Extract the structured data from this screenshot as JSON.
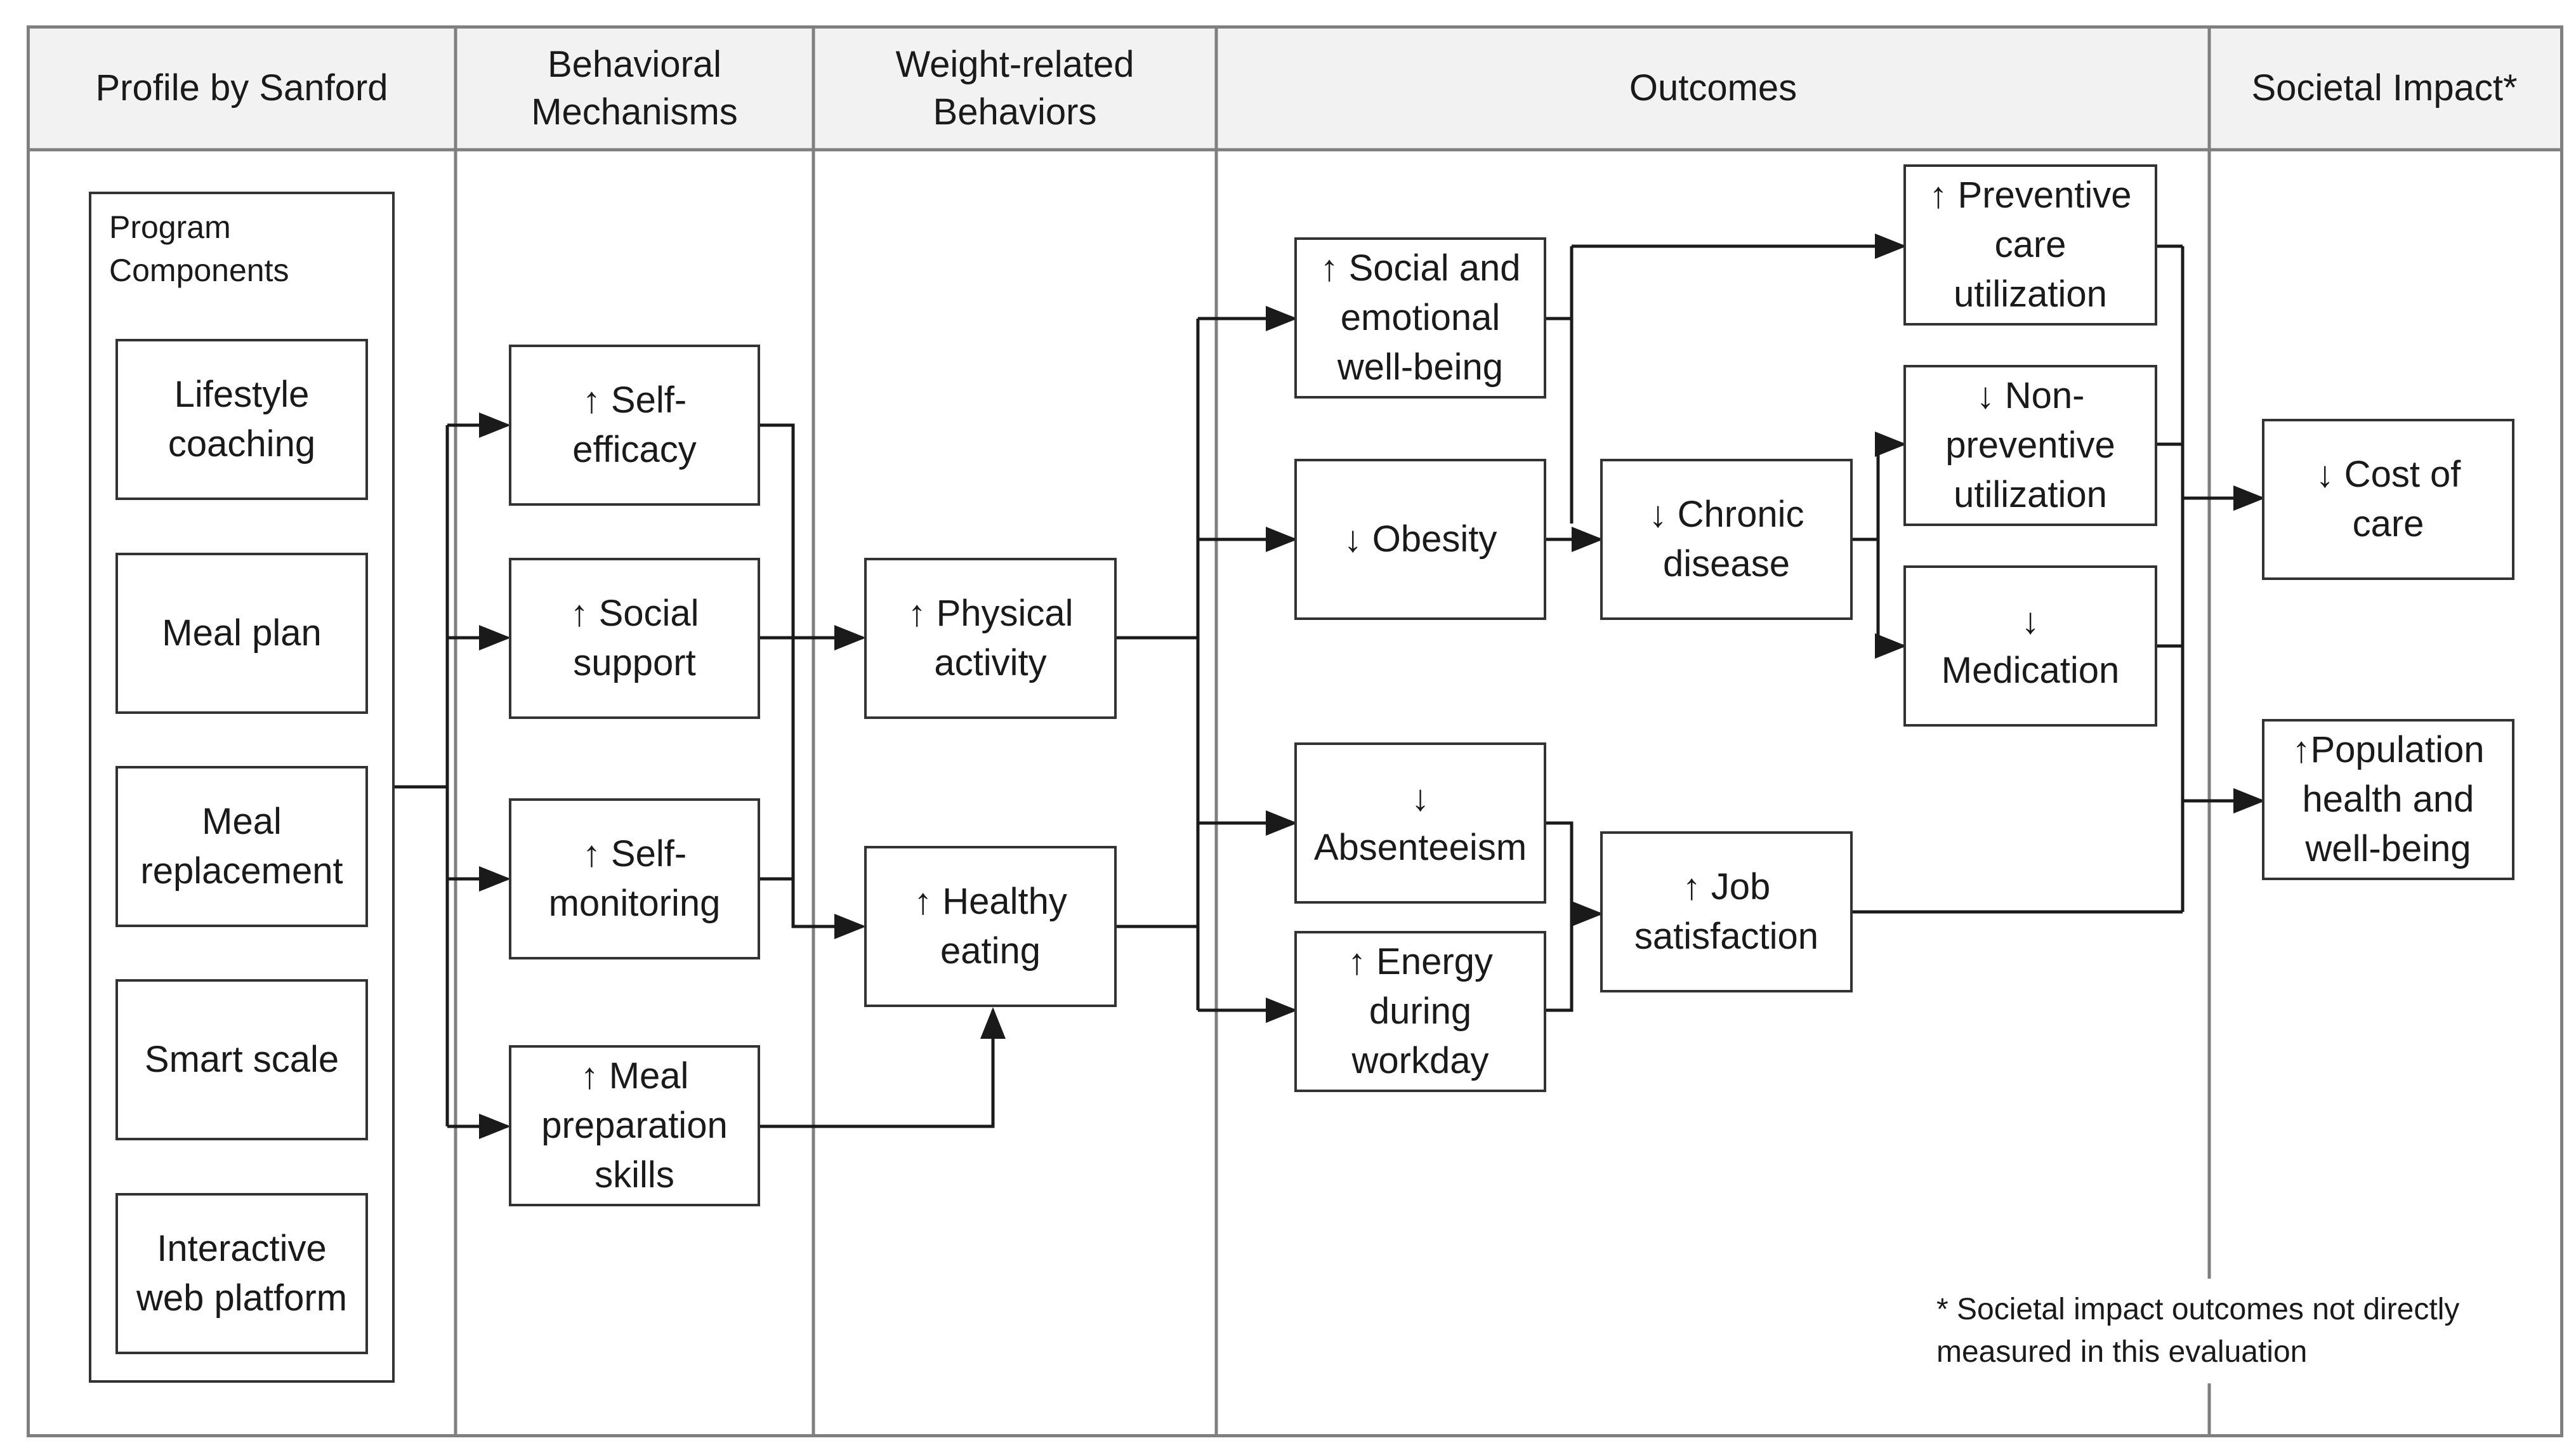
{
  "columns": {
    "profile": "Profile by Sanford",
    "mechanisms": [
      "Behavioral",
      "Mechanisms"
    ],
    "behaviors": [
      "Weight-related",
      "Behaviors"
    ],
    "outcomes": "Outcomes",
    "societal": "Societal Impact*"
  },
  "program": {
    "label": "Program\nComponents",
    "components": [
      [
        "Lifestyle",
        "coaching"
      ],
      [
        "Meal plan"
      ],
      [
        "Meal",
        "replacement"
      ],
      [
        "Smart scale"
      ],
      [
        "Interactive",
        "web platform"
      ]
    ]
  },
  "mechanisms": [
    [
      "↑ Self-",
      "efficacy"
    ],
    [
      "↑ Social",
      "support"
    ],
    [
      "↑ Self-",
      "monitoring"
    ],
    [
      "↑ Meal",
      "preparation",
      "skills"
    ]
  ],
  "behaviors": [
    [
      "↑ Physical",
      "activity"
    ],
    [
      "↑ Healthy",
      "eating"
    ]
  ],
  "outcomes": {
    "social_wellbeing": [
      "↑ Social and",
      "emotional",
      "well-being"
    ],
    "obesity": [
      "↓ Obesity"
    ],
    "absenteeism": [
      "↓",
      "Absenteeism"
    ],
    "energy": [
      "↑ Energy",
      "during",
      "workday"
    ],
    "chronic": [
      "↓ Chronic",
      "disease"
    ],
    "job": [
      "↑ Job",
      "satisfaction"
    ],
    "preventive": [
      "↑  Preventive",
      "care",
      "utilization"
    ],
    "nonpreventive": [
      "↓ Non-",
      "preventive",
      "utilization"
    ],
    "medication": [
      "↓",
      "Medication"
    ]
  },
  "societal": {
    "cost": [
      "↓ Cost of",
      "care"
    ],
    "population": [
      "↑Population",
      "health and",
      "well-being"
    ]
  },
  "footnote": [
    "* Societal impact outcomes not directly",
    "measured in this evaluation"
  ],
  "colors": {
    "frame": "#7f7f7f",
    "header_bg": "#f2f2f2",
    "line": "#1a1a1a"
  }
}
